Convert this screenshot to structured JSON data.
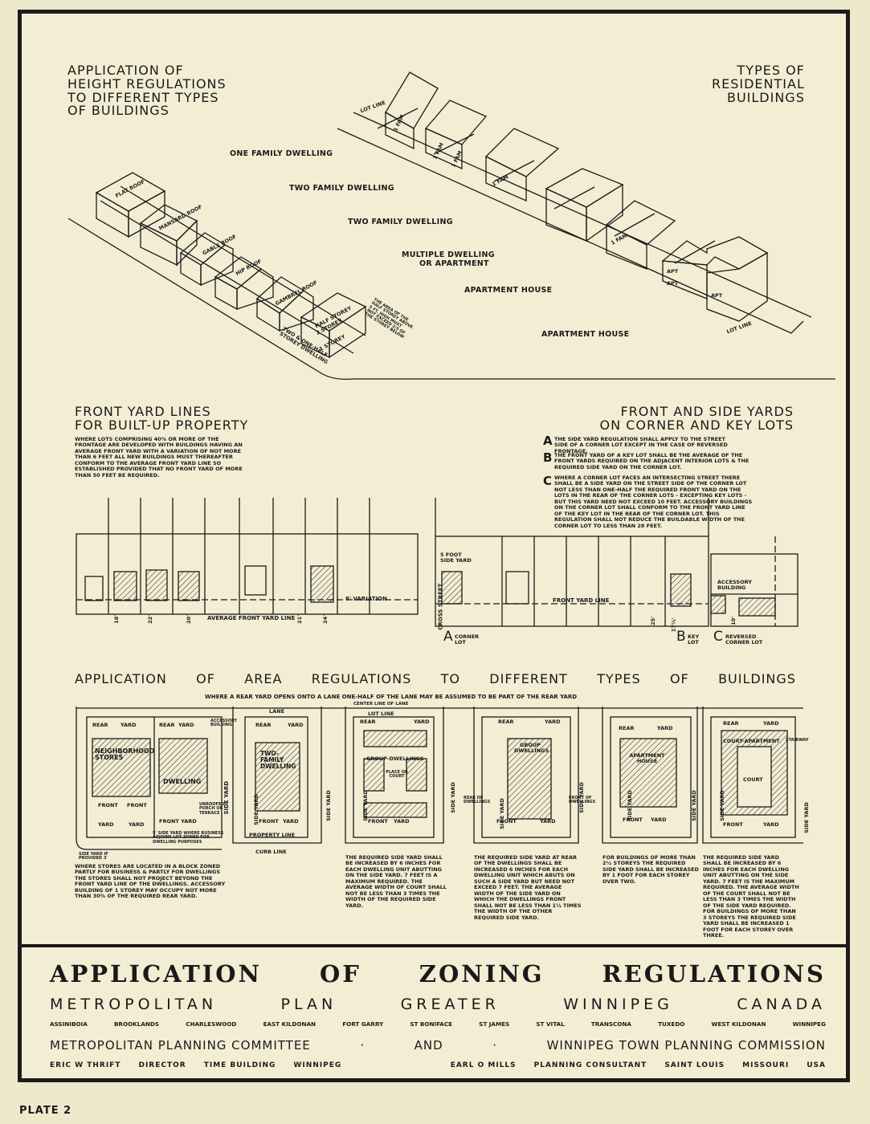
{
  "top": {
    "left_title": [
      "APPLICATION OF",
      "HEIGHT REGULATIONS",
      "TO DIFFERENT TYPES",
      "OF BUILDINGS"
    ],
    "right_title": [
      "TYPES OF",
      "RESIDENTIAL",
      "BUILDINGS"
    ],
    "roof_labels": [
      "FLAT ROOF",
      "MANSARD ROOF",
      "GABLE ROOF",
      "HIP ROOF",
      "GAMBREL ROOF"
    ],
    "storey_note": "TWO & ONE-HALF STOREY DWELLING",
    "storey_labels": [
      "HALF STOREY",
      "2 STOREY",
      "1 STOREY"
    ],
    "half_storey_note": "THE AREA OF THE HALF STOREY ABOVE 5 FT. HIGH MUST NOT EXCEED 2/3 OF THE STOREY BELOW",
    "lot_line": "LOT LINE",
    "building_types": [
      "ONE FAMILY DWELLING",
      "TWO FAMILY DWELLING",
      "TWO FAMILY DWELLING",
      "MULTIPLE DWELLING",
      "OR APARTMENT",
      "APARTMENT HOUSE",
      "APARTMENT HOUSE"
    ],
    "fam": "1 FAM",
    "apt": "APT"
  },
  "front_yard": {
    "title": [
      "FRONT YARD LINES",
      "FOR BUILT-UP PROPERTY"
    ],
    "text": "WHERE LOTS COMPRISING 40% OR MORE OF THE FRONTAGE ARE DEVELOPED WITH BUILDINGS HAVING AN AVERAGE FRONT YARD WITH A VARIATION OF NOT MORE THAN 6 FEET ALL NEW BUILDINGS MUST THEREAFTER CONFORM TO THE AVERAGE FRONT YARD LINE SO ESTABLISHED PROVIDED THAT NO FRONT YARD OF MORE THAN 50 FEET BE REQUIRED.",
    "dims": [
      "18'",
      "22'",
      "20'",
      "21'",
      "24'"
    ],
    "avg_line": "AVERAGE FRONT YARD LINE",
    "variation": "6' VARIATION"
  },
  "corner": {
    "title": [
      "FRONT AND SIDE YARDS",
      "ON CORNER AND KEY LOTS"
    ],
    "notes": [
      {
        "letter": "A",
        "text": "THE SIDE YARD REGULATION SHALL APPLY TO THE STREET SIDE OF A CORNER LOT EXCEPT IN THE CASE OF REVERSED FRONTAGE."
      },
      {
        "letter": "B",
        "text": "THE FRONT YARD OF A KEY LOT SHALL BE THE AVERAGE OF THE FRONT YARDS REQUIRED ON THE ADJACENT INTERIOR LOTS & THE REQUIRED SIDE YARD ON THE CORNER LOT."
      },
      {
        "letter": "C",
        "text": "WHERE A CORNER LOT FACES AN INTERSECTING STREET THERE SHALL BE A SIDE YARD ON THE STREET SIDE OF THE CORNER LOT NOT LESS THAN ONE-HALF THE REQUIRED FRONT YARD ON THE LOTS IN THE REAR OF THE CORNER LOTS - EXCEPTING KEY LOTS - BUT THIS YARD NEED NOT EXCEED 10 FEET. ACCESSORY BUILDINGS ON THE CORNER LOT SHALL CONFORM TO THE FRONT YARD LINE OF THE KEY LOT IN THE REAR OF THE CORNER LOT. THIS REGULATION SHALL NOT REDUCE THE BUILDABLE WIDTH OF THE CORNER LOT TO LESS THAN 28 FEET."
      }
    ],
    "side_yard": "5 FOOT SIDE YARD",
    "cross_street": "CROSS STREET",
    "front_yard_line": "FRONT YARD LINE",
    "accessory": "ACCESSORY BUILDING",
    "dims": [
      "25'",
      "17½'",
      "10'"
    ],
    "lots": [
      {
        "letter": "A",
        "label": "CORNER LOT"
      },
      {
        "letter": "B",
        "label": "KEY LOT"
      },
      {
        "letter": "C",
        "label": "REVERSED CORNER LOT"
      }
    ]
  },
  "area": {
    "title": [
      "APPLICATION",
      "OF",
      "AREA",
      "REGULATIONS",
      "TO",
      "DIFFERENT",
      "TYPES",
      "OF",
      "BUILDINGS"
    ],
    "lane_note": "WHERE A REAR YARD OPENS ONTO A LANE ONE-HALF OF THE LANE MAY BE ASSUMED TO BE PART OF THE REAR YARD",
    "labels": {
      "lane": "LANE",
      "center_lane": "CENTER LINE OF LANE",
      "lot_line": "LOT LINE",
      "rear": "REAR",
      "yard": "YARD",
      "front": "FRONT",
      "side_yard": "SIDE YARD",
      "stores": "NEIGHBORHOOD STORES",
      "dwelling": "DWELLING",
      "front_yard": "FRONT YARD",
      "accessory": "ACCESSORY BUILDING",
      "unroofed": "UNROOFED PORCH OR TERRACE",
      "side_yard_3": "SIDE YARD IF PROVIDED 3'",
      "side_yard_5": "5' SIDE YARD WHERE BUSINESS ADJOINS LOT ZONED FOR DWELLING PURPOSES",
      "two_family": "TWO-FAMILY DWELLING",
      "property_line": "PROPERTY LINE",
      "curb_line": "CURB LINE",
      "group": "GROUP-DWELLINGS",
      "place": "PLACE OR COURT",
      "group2": "GROUP DWELLINGS",
      "rear_of": "REAR OF DWELLINGS",
      "front_of": "FRONT OF DWELLINGS",
      "apartment": "APARTMENT HOUSE",
      "court_apartment": "COURT-APARTMENT",
      "court": "COURT",
      "stairway": "STAIRWAY"
    },
    "notes": [
      "WHERE STORES ARE LOCATED IN A BLOCK ZONED PARTLY FOR BUSINESS & PARTLY FOR DWELLINGS THE STORES SHALL NOT PROJECT BEYOND THE FRONT YARD LINE OF THE DWELLINGS. ACCESSORY BUILDING OF 1 STOREY MAY OCCUPY NOT MORE THAN 30% OF THE REQUIRED REAR YARD.",
      "THE REQUIRED SIDE YARD SHALL BE INCREASED BY 6 INCHES FOR EACH DWELLING UNIT ABUTTING ON THE SIDE YARD. 7 FEET IS A MAXIMUM REQUIRED. THE AVERAGE WIDTH OF COURT SHALL NOT BE LESS THAN 3 TIMES THE WIDTH OF THE REQUIRED SIDE YARD.",
      "THE REQUIRED SIDE YARD AT REAR OF THE DWELLINGS SHALL BE INCREASED 6 INCHES FOR EACH DWELLING UNIT WHICH ABUTS ON SUCH A SIDE YARD BUT NEED NOT EXCEED 7 FEET. THE AVERAGE WIDTH OF THE SIDE YARD ON WHICH THE DWELLINGS FRONT SHALL NOT BE LESS THAN 1½ TIMES THE WIDTH OF THE OTHER REQUIRED SIDE YARD.",
      "FOR BUILDINGS OF MORE THAN 2½ STOREYS THE REQUIRED SIDE YARD SHALL BE INCREASED BY 1 FOOT FOR EACH STOREY OVER TWO.",
      "THE REQUIRED SIDE YARD SHALL BE INCREASED BY 6 INCHES FOR EACH DWELLING UNIT ABUTTING ON THE SIDE YARD. 7 FEET IS THE MAXIMUM REQUIRED. THE AVERAGE WIDTH OF THE COURT SHALL NOT BE LESS THAN 3 TIMES THE WIDTH OF THE SIDE YARD REQUIRED. FOR BUILDINGS OF MORE THAN 3 STOREYS THE REQUIRED SIDE YARD SHALL BE INCREASED 1 FOOT FOR EACH STOREY OVER THREE."
    ]
  },
  "footer": {
    "title": [
      "APPLICATION",
      "OF",
      "ZONING",
      "REGULATIONS"
    ],
    "subtitle": [
      "METROPOLITAN",
      "PLAN",
      "GREATER",
      "WINNIPEG",
      "CANADA"
    ],
    "municipalities": [
      "ASSINIBOIA",
      "BROOKLANDS",
      "CHARLESWOOD",
      "EAST KILDONAN",
      "FORT GARRY",
      "ST BONIFACE",
      "ST JAMES",
      "ST VITAL",
      "TRANSCONA",
      "TUXEDO",
      "WEST KILDONAN",
      "WINNIPEG"
    ],
    "committee": [
      "METROPOLITAN PLANNING COMMITTEE",
      "·",
      "AND",
      "·",
      "WINNIPEG TOWN PLANNING COMMISSION"
    ],
    "credits_left": [
      "ERIC W THRIFT",
      "DIRECTOR",
      "TIME BUILDING",
      "WINNIPEG"
    ],
    "credits_right": [
      "EARL O MILLS",
      "PLANNING CONSULTANT",
      "SAINT LOUIS",
      "MISSOURI",
      "USA"
    ]
  },
  "plate": "PLATE 2"
}
